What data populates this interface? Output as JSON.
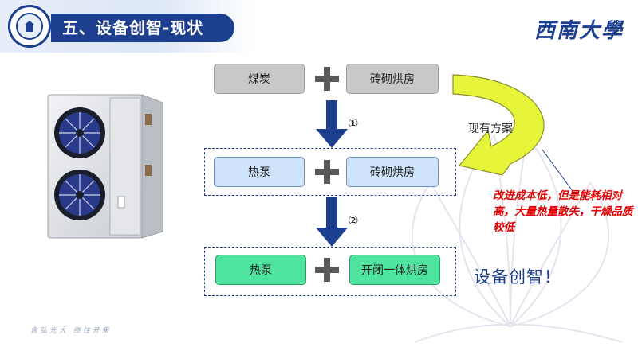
{
  "header": {
    "title": "五、设备创智-现状",
    "university_name": "西南大學"
  },
  "footer": {
    "motto": "含弘光大  继往开来"
  },
  "flow": {
    "row1": {
      "left": "煤炭",
      "right": "砖砌烘房"
    },
    "row2": {
      "left": "热泵",
      "right": "砖砌烘房"
    },
    "row3": {
      "left": "热泵",
      "right": "开闭一体烘房"
    },
    "step1": "①",
    "step2": "②",
    "current_plan_label": "现有方案",
    "note": "改进成本低，但是能耗相对高，大量热量散失，干燥品质较低",
    "slogan": "设备创智！"
  },
  "colors": {
    "brand_blue": "#1d3f8f",
    "gray_box": "#c8c8c8",
    "blue_box": "#cfe3fa",
    "green_box": "#4fe3a0",
    "note_red": "#e00000",
    "curve_arrow_yellow": "#e7f53a"
  }
}
